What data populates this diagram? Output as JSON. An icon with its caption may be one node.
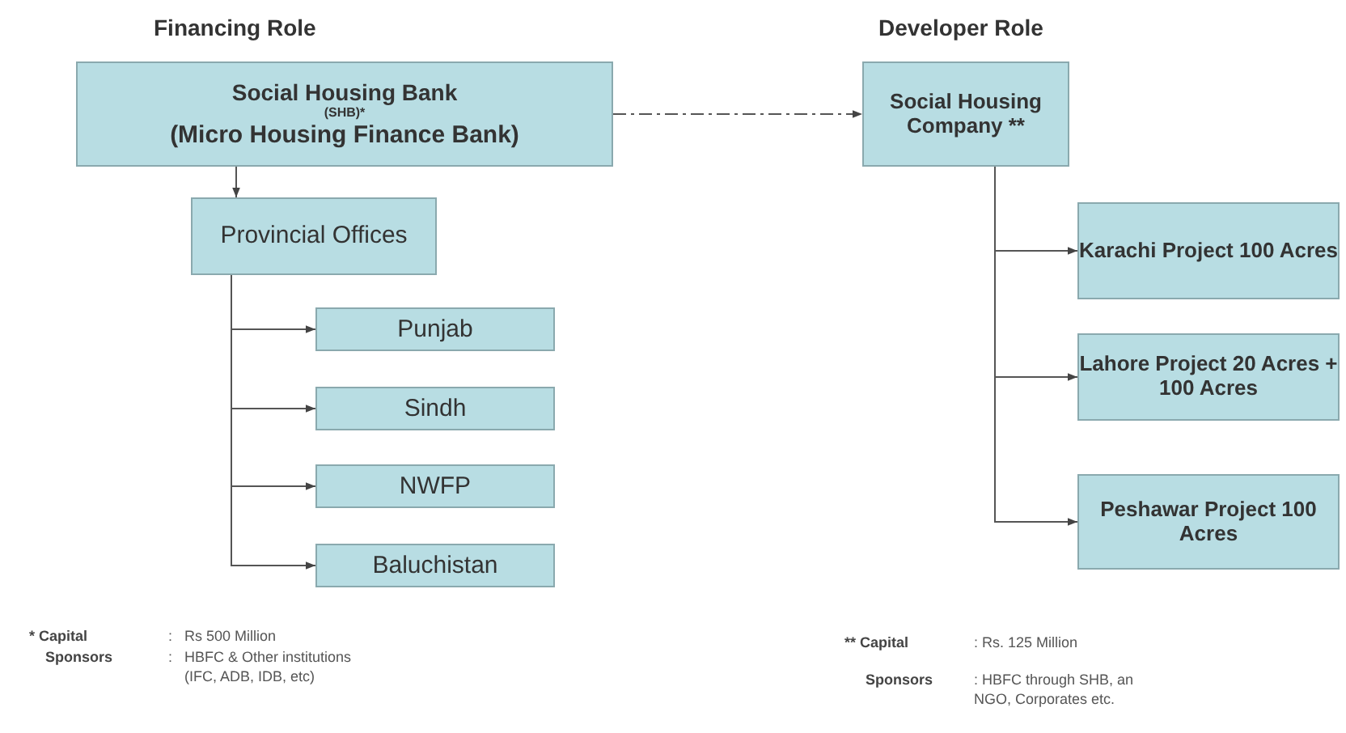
{
  "diagram": {
    "nodes": [
      {
        "text": [
          "Social Housing Bank",
          "(SHB)*",
          "(Micro Housing Finance Bank)"
        ]
      },
      {
        "text": [
          "Social Housing Company **"
        ]
      },
      {
        "text": [
          "Provincial Offices"
        ]
      },
      {
        "text": [
          "Punjab"
        ]
      },
      {
        "text": [
          "Sindh"
        ]
      },
      {
        "text": [
          "NWFP"
        ]
      },
      {
        "text": [
          "Baluchistan"
        ]
      },
      {
        "text": [
          "Karachi Project 100 Acres"
        ]
      },
      {
        "text": [
          "Lahore Project 20 Acres + 100 Acres"
        ]
      },
      {
        "text": [
          "Peshawar Project 100 Acres"
        ]
      }
    ],
    "edges": [
      {
        "from": 0,
        "to": 1,
        "arrow": "to",
        "style": "dashed"
      },
      {
        "from": 0,
        "to": 2,
        "arrow": "to"
      },
      {
        "from": 2,
        "to": 3,
        "arrow": "to"
      },
      {
        "from": 2,
        "to": 4,
        "arrow": "to"
      },
      {
        "from": 2,
        "to": 5,
        "arrow": "to"
      },
      {
        "from": 2,
        "to": 6,
        "arrow": "to"
      },
      {
        "from": 1,
        "to": 7,
        "arrow": "to"
      },
      {
        "from": 1,
        "to": 8,
        "arrow": "to"
      },
      {
        "from": 1,
        "to": 9,
        "arrow": "to"
      }
    ],
    "labels": [
      "Financing Role",
      "Developer Role",
      "* Capital",
      ":",
      "Rs 500 Million",
      "Sponsors",
      ":",
      "HBFC & Other institutions (IFC, ADB, IDB, etc)",
      "** Capital",
      ": Rs. 125 Million",
      "Sponsors",
      ": HBFC through SHB, an NGO, Corporates etc."
    ]
  }
}
